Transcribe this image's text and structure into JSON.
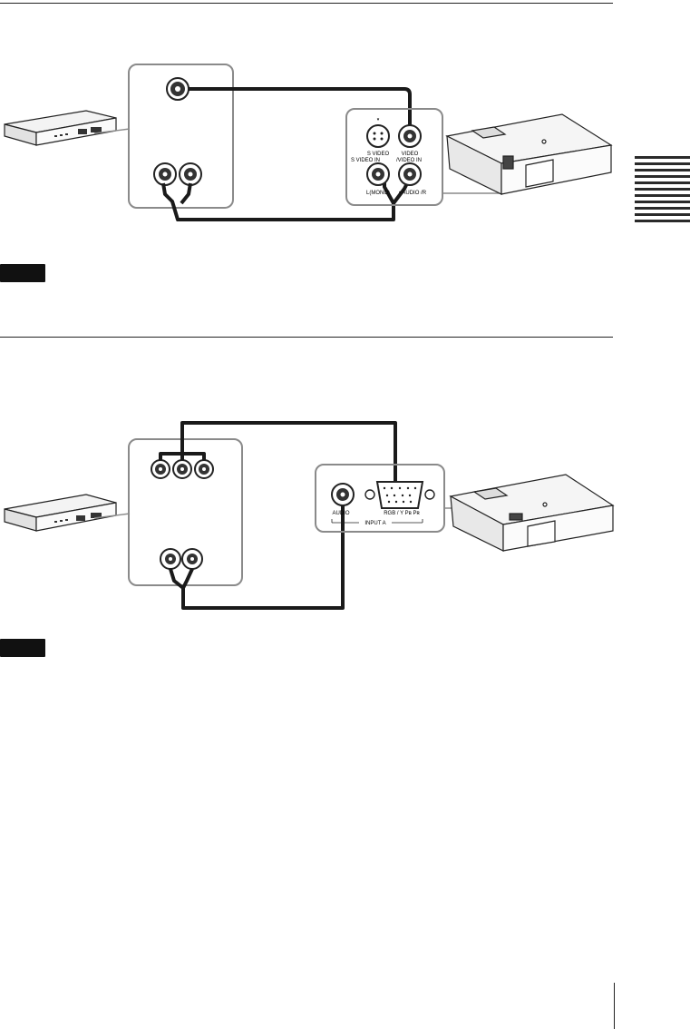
{
  "diagram1": {
    "projector_labels": {
      "s_video": "S VIDEO",
      "s_video_in": "S VIDEO IN",
      "video": "VIDEO",
      "video_in": "/VIDEO IN",
      "l_mono": "L(MONO)",
      "audio_r": "• AUDIO /R"
    }
  },
  "diagram2": {
    "projector_labels": {
      "audio": "AUDIO",
      "rgb": "RGB / Y Pʙ Pʀ",
      "input_a": "INPUT A"
    }
  },
  "colors": {
    "frame": "#8a8a8a",
    "cable": "#1a1a1a",
    "badge": "#111111"
  }
}
